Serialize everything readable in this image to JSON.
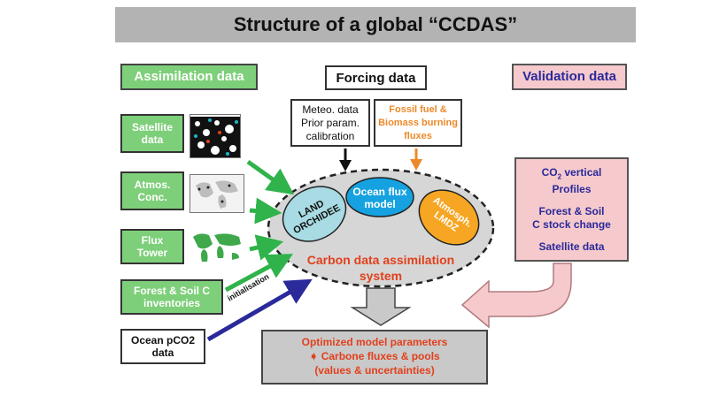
{
  "title": "Structure of a global “CCDAS”",
  "headers": {
    "assimilation": "Assimilation data",
    "forcing": "Forcing data",
    "validation": "Validation data"
  },
  "assimilation_items": {
    "satellite": [
      "Satellite",
      "data"
    ],
    "atmos": [
      "Atmos.",
      "Conc."
    ],
    "flux": [
      "Flux",
      "Tower"
    ],
    "forest": [
      "Forest & Soil C",
      "inventories"
    ],
    "ocean_pco2": [
      "Ocean pCO2",
      "data"
    ]
  },
  "forcing_items": {
    "meteo": [
      "Meteo. data",
      "Prior param.",
      "calibration"
    ],
    "fossil": [
      "Fossil fuel &",
      "Biomass burning",
      "fluxes"
    ]
  },
  "models": {
    "land": [
      "LAND",
      "ORCHIDEE"
    ],
    "ocean": [
      "Ocean flux",
      "model"
    ],
    "atmos": [
      "Atmosph.",
      "LMDZ"
    ]
  },
  "system_label": [
    "Carbon data assimilation",
    "system"
  ],
  "initialisation_label": "initialisation",
  "validation_items": {
    "co2": "Profiles",
    "co2_prefix": "CO",
    "co2_sub": "2",
    "co2_suffix": " vertical",
    "forest": [
      "Forest & Soil",
      "C stock change"
    ],
    "satellite": "Satellite data"
  },
  "result": {
    "line1": "Optimized model parameters",
    "arrow_symbol": "➧",
    "line2": "Carbone fluxes & pools",
    "line3": "(values & uncertainties)"
  },
  "colors": {
    "green_box": "#7ecf7a",
    "pink_box": "#f6c9cc",
    "validation_text": "#2a2a9a",
    "orange_text": "#ec8a2a",
    "red_text": "#e2401c",
    "land_ellipse": "#a8dbe3",
    "ocean_ellipse": "#16a2e0",
    "atmos_ellipse": "#f6a623",
    "system_ellipse": "#d6d6d6",
    "green_arrow": "#2fb34a",
    "blue_arrow": "#2a2a9a"
  }
}
